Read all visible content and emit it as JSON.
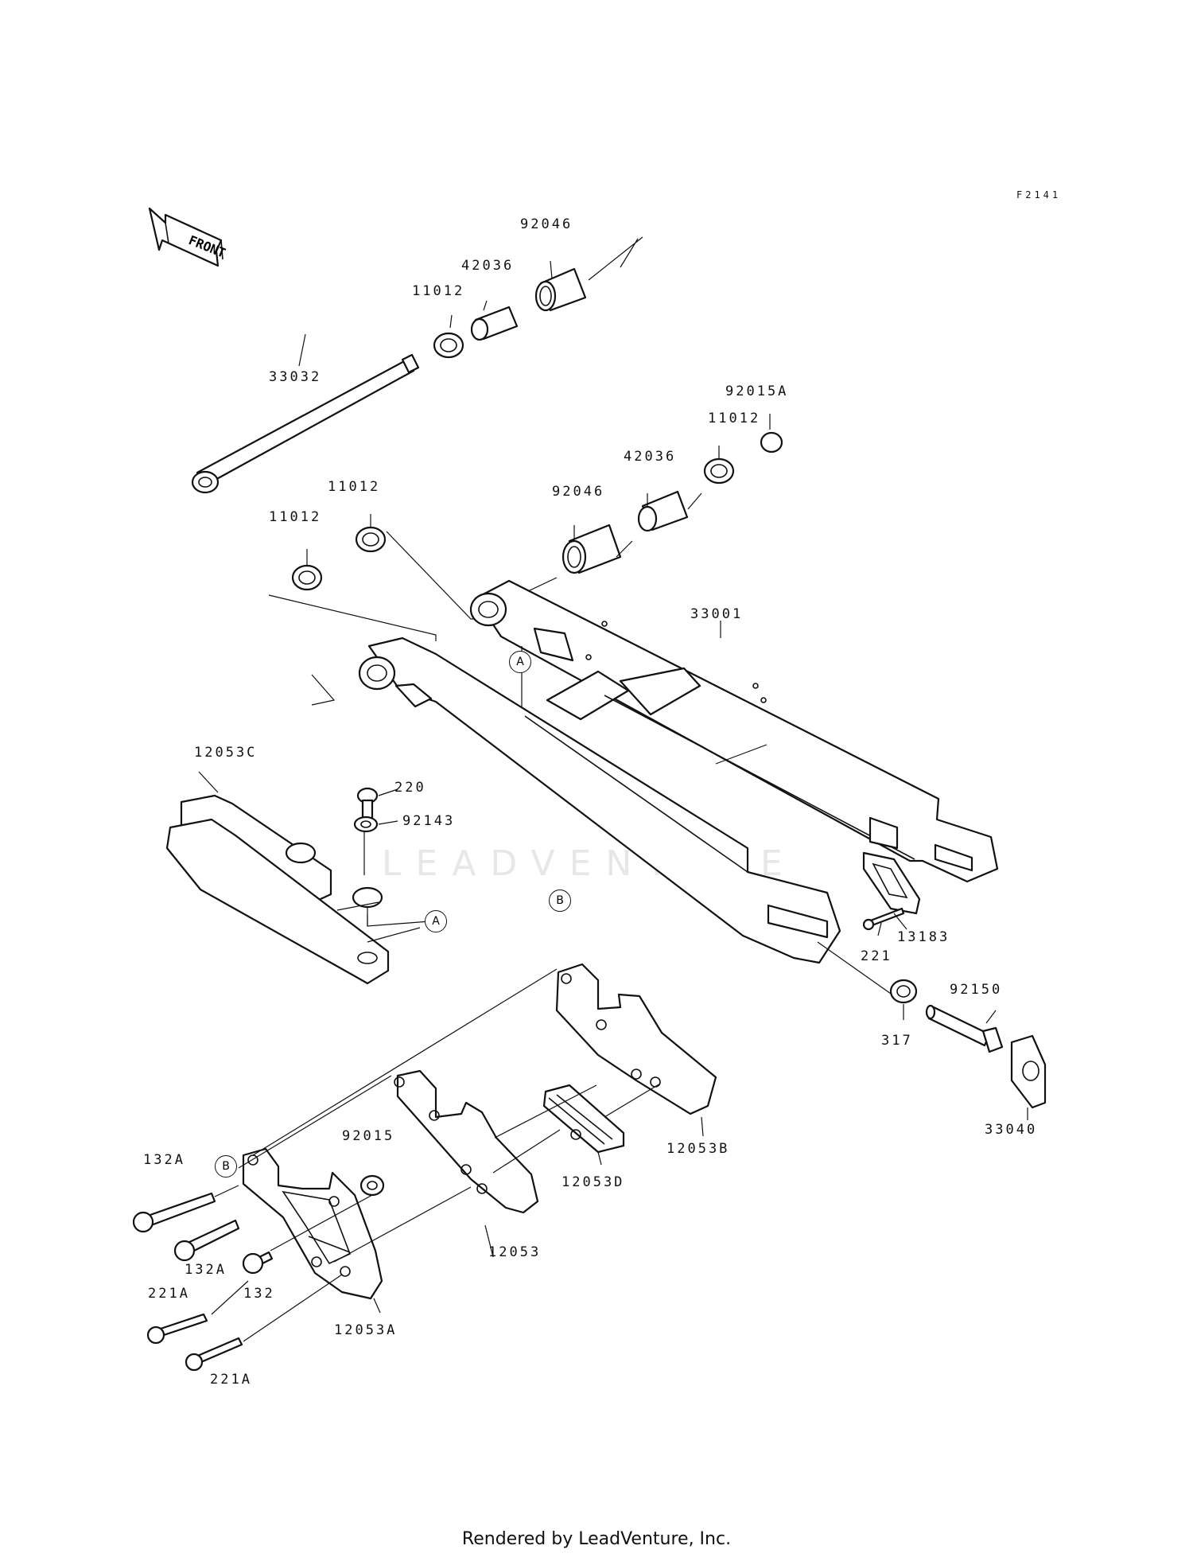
{
  "diagram_code": "F2141",
  "front_marker": "FRONT",
  "watermark": "LEADVENTURE",
  "footer": "Rendered by LeadVenture, Inc.",
  "refs": {
    "a": "A",
    "b": "B"
  },
  "labels": {
    "p92046_top": "92046",
    "p42036_top": "42036",
    "p11012_top": "11012",
    "p33032": "33032",
    "p92015A": "92015A",
    "p11012_right": "11012",
    "p42036_right": "42036",
    "p92046_right": "92046",
    "p11012_midleft": "11012",
    "p11012_left": "11012",
    "p33001": "33001",
    "p12053C": "12053C",
    "p220": "220",
    "p92143": "92143",
    "p13183": "13183",
    "p221": "221",
    "p92150": "92150",
    "p317": "317",
    "p33040": "33040",
    "p12053B": "12053B",
    "p12053D": "12053D",
    "p92015": "92015",
    "p132A_a": "132A",
    "p132A_b": "132A",
    "p132": "132",
    "p12053": "12053",
    "p221A_a": "221A",
    "p221A_b": "221A",
    "p12053A": "12053A"
  }
}
